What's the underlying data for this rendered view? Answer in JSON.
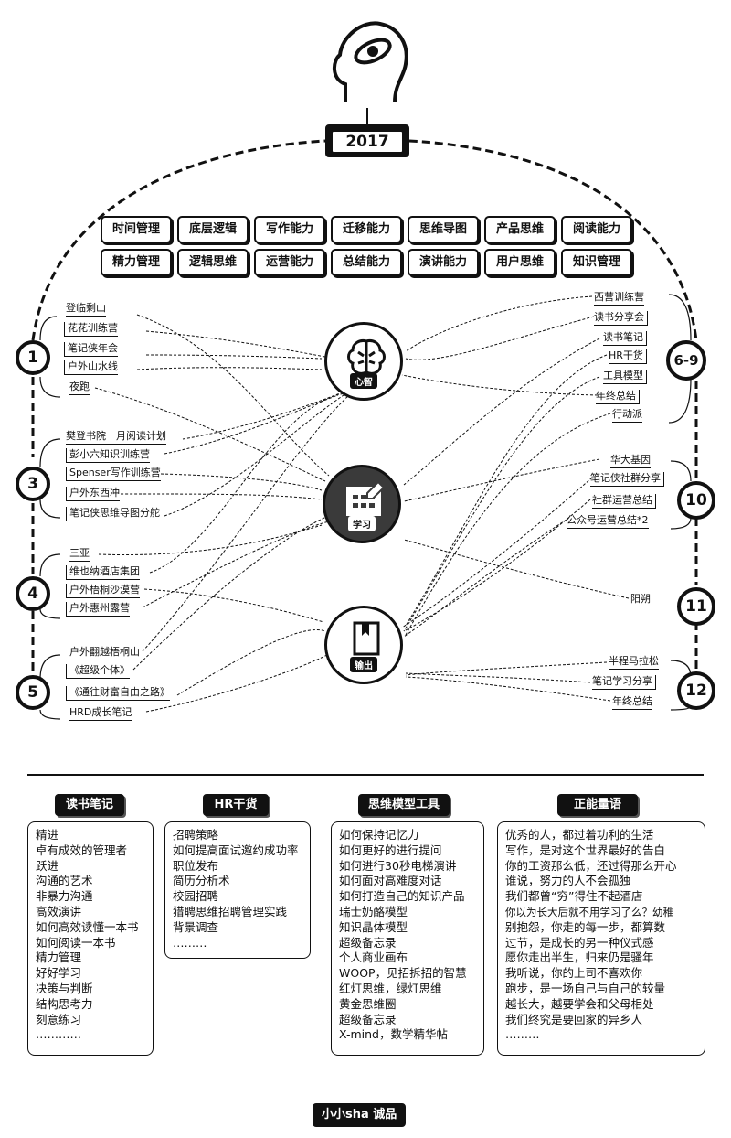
{
  "year": "2017",
  "skills_row1": [
    "时间管理",
    "底层逻辑",
    "写作能力",
    "迁移能力",
    "思维导图",
    "产品思维",
    "阅读能力"
  ],
  "skills_row2": [
    "精力管理",
    "逻辑思维",
    "运营能力",
    "总结能力",
    "演讲能力",
    "用户思维",
    "知识管理"
  ],
  "hubs": {
    "mind": "心智",
    "learn": "学习",
    "output": "输出"
  },
  "milestones": [
    "1",
    "3",
    "4",
    "5",
    "6-9",
    "10",
    "11",
    "12"
  ],
  "group1": [
    "登临剩山",
    "花花训练营",
    "笔记侠年会",
    "户外山水线",
    "夜跑"
  ],
  "group3": [
    "樊登书院十月阅读计划",
    "彭小六知识训练营",
    "Spenser写作训练营",
    "户外东西冲",
    "笔记侠思维导图分舵"
  ],
  "group4": [
    "三亚",
    "维也纳酒店集团",
    "户外梧桐沙漠营",
    "户外惠州露营"
  ],
  "group5": [
    "户外翻越梧桐山",
    "《超级个体》",
    "《通往财富自由之路》",
    "HRD成长笔记"
  ],
  "group69": [
    "西营训练营",
    "读书分享会",
    "读书笔记",
    "HR干货",
    "工具模型",
    "年终总结",
    "行动派"
  ],
  "group10": [
    "华大基因",
    "笔记侠社群分享",
    "社群运营总结",
    "公众号运营总结*2"
  ],
  "group11": [
    "阳朔"
  ],
  "group12": [
    "半程马拉松",
    "笔记学习分享",
    "年终总结"
  ],
  "panels": [
    {
      "title": "读书笔记",
      "items": [
        "精进",
        "卓有成效的管理者",
        "跃进",
        "沟通的艺术",
        "非暴力沟通",
        "高效演讲",
        "如何高效读懂一本书",
        "如何阅读一本书",
        "精力管理",
        "好好学习",
        "决策与判断",
        "结构思考力",
        "刻意练习",
        "…………"
      ]
    },
    {
      "title": "HR干货",
      "items": [
        "招聘策略",
        "如何提高面试邀约成功率",
        "职位发布",
        "简历分析术",
        "校园招聘",
        "猎聘思维招聘管理实践",
        "背景调查",
        "………"
      ]
    },
    {
      "title": "思维模型工具",
      "items": [
        "如何保持记忆力",
        "如何更好的进行提问",
        "如何进行30秒电梯演讲",
        "如何面对高难度对话",
        "如何打造自己的知识产品",
        "瑞士奶酪模型",
        "知识晶体模型",
        "超级备忘录",
        "个人商业画布",
        "WOOP，见招拆招的智慧",
        "红灯思维，绿灯思维",
        "黄金思维圈",
        "超级备忘录",
        "X-mind，数学精华帖"
      ]
    },
    {
      "title": "正能量语",
      "items": [
        "优秀的人，都过着功利的生活",
        "写作，是对这个世界最好的告白",
        "你的工资那么低，还过得那么开心",
        "谁说，努力的人不会孤独",
        "我们都曾“穷”得住不起酒店",
        "你以为长大后就不用学习了么？幼稚",
        "别抱怨，你走的每一步，都算数",
        "过节，是成长的另一种仪式感",
        "愿你走出半生，归来仍是骚年",
        "我听说，你的上司不喜欢你",
        "跑步，是一场自己与自己的较量",
        "越长大，越要学会和父母相处",
        "我们终究是要回家的异乡人",
        "………"
      ]
    }
  ],
  "logo": "小小sha 诚品"
}
